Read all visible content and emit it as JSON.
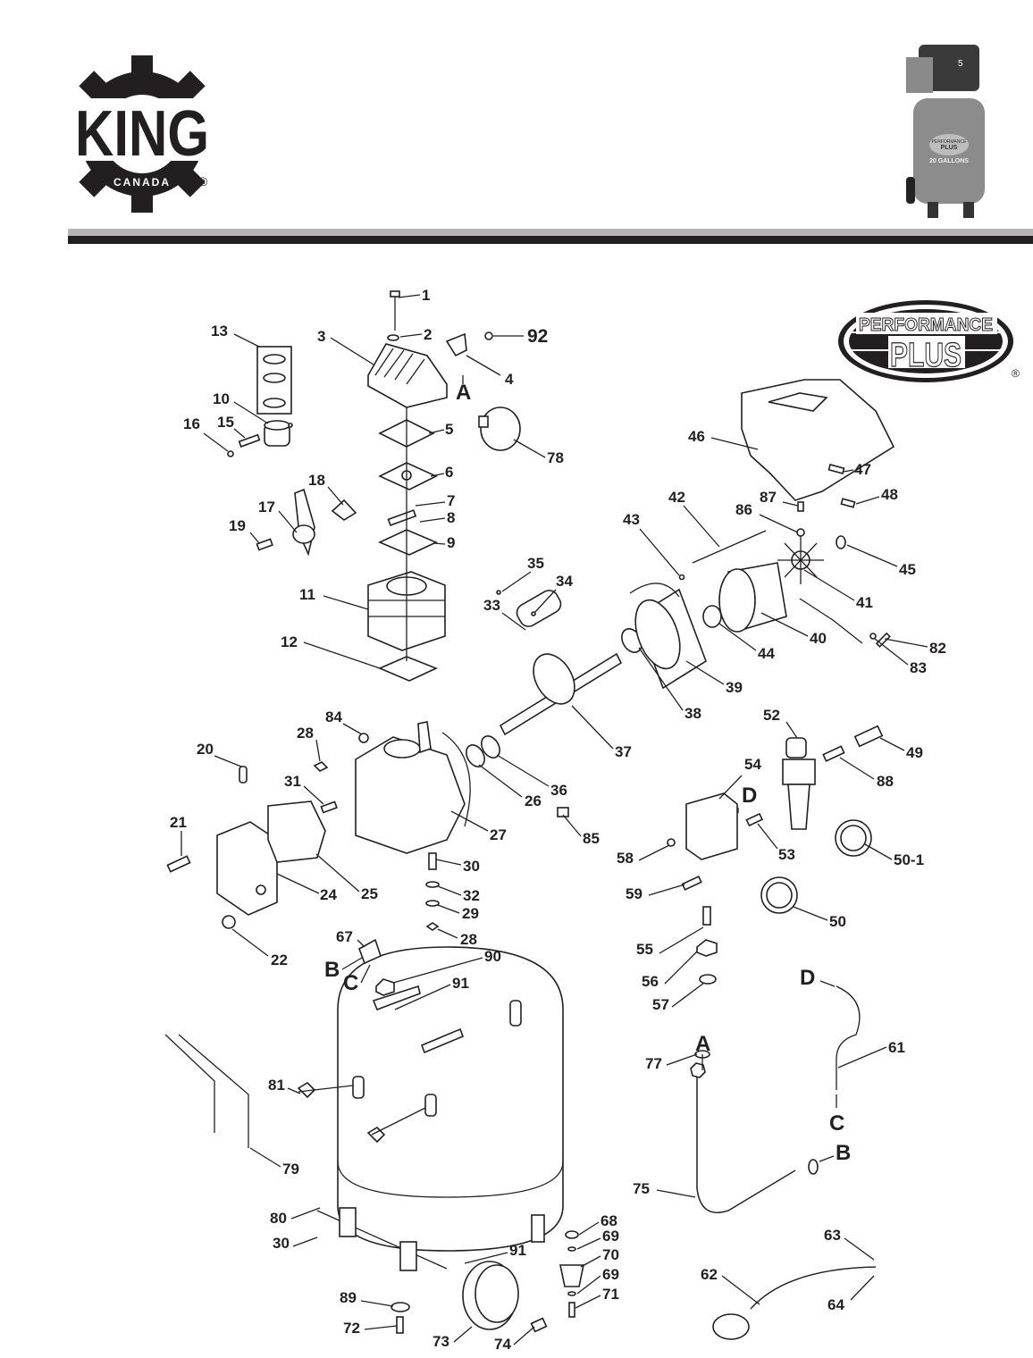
{
  "header": {
    "brand_logo": {
      "word": "KING",
      "sub": "CANADA",
      "mark": "®",
      "icon": "gear-icon"
    },
    "product_photo": {
      "badge_top": "PERFORMANCE",
      "badge_bottom": "PLUS",
      "capacity_text": "20 GALLONS",
      "motor_text": "5"
    },
    "series_logo": {
      "line1": "PERFORMANCE",
      "line2": "PLUS",
      "mark": "®"
    }
  },
  "diagram": {
    "title": "Air compressor exploded parts diagram",
    "connectors": [
      "A",
      "B",
      "C",
      "D"
    ],
    "callouts": [
      {
        "id": "1",
        "label": "1"
      },
      {
        "id": "2",
        "label": "2"
      },
      {
        "id": "3",
        "label": "3"
      },
      {
        "id": "4",
        "label": "4"
      },
      {
        "id": "5",
        "label": "5"
      },
      {
        "id": "6",
        "label": "6"
      },
      {
        "id": "7",
        "label": "7"
      },
      {
        "id": "8",
        "label": "8"
      },
      {
        "id": "9",
        "label": "9"
      },
      {
        "id": "10",
        "label": "10"
      },
      {
        "id": "11",
        "label": "11"
      },
      {
        "id": "12",
        "label": "12"
      },
      {
        "id": "13",
        "label": "13"
      },
      {
        "id": "15",
        "label": "15"
      },
      {
        "id": "16",
        "label": "16"
      },
      {
        "id": "17",
        "label": "17"
      },
      {
        "id": "18",
        "label": "18"
      },
      {
        "id": "19",
        "label": "19"
      },
      {
        "id": "20",
        "label": "20"
      },
      {
        "id": "21",
        "label": "21"
      },
      {
        "id": "22",
        "label": "22"
      },
      {
        "id": "24",
        "label": "24"
      },
      {
        "id": "25",
        "label": "25"
      },
      {
        "id": "26",
        "label": "26"
      },
      {
        "id": "27",
        "label": "27"
      },
      {
        "id": "28a",
        "label": "28"
      },
      {
        "id": "28b",
        "label": "28"
      },
      {
        "id": "29",
        "label": "29"
      },
      {
        "id": "30a",
        "label": "30"
      },
      {
        "id": "30b",
        "label": "30"
      },
      {
        "id": "31",
        "label": "31"
      },
      {
        "id": "32",
        "label": "32"
      },
      {
        "id": "33",
        "label": "33"
      },
      {
        "id": "34",
        "label": "34"
      },
      {
        "id": "35",
        "label": "35"
      },
      {
        "id": "36",
        "label": "36"
      },
      {
        "id": "37",
        "label": "37"
      },
      {
        "id": "38",
        "label": "38"
      },
      {
        "id": "39",
        "label": "39"
      },
      {
        "id": "40",
        "label": "40"
      },
      {
        "id": "41",
        "label": "41"
      },
      {
        "id": "42",
        "label": "42"
      },
      {
        "id": "43",
        "label": "43"
      },
      {
        "id": "44",
        "label": "44"
      },
      {
        "id": "45",
        "label": "45"
      },
      {
        "id": "46",
        "label": "46"
      },
      {
        "id": "47",
        "label": "47"
      },
      {
        "id": "48",
        "label": "48"
      },
      {
        "id": "49",
        "label": "49"
      },
      {
        "id": "50",
        "label": "50"
      },
      {
        "id": "50-1",
        "label": "50-1"
      },
      {
        "id": "52",
        "label": "52"
      },
      {
        "id": "53",
        "label": "53"
      },
      {
        "id": "54",
        "label": "54"
      },
      {
        "id": "55",
        "label": "55"
      },
      {
        "id": "56",
        "label": "56"
      },
      {
        "id": "57",
        "label": "57"
      },
      {
        "id": "58",
        "label": "58"
      },
      {
        "id": "59",
        "label": "59"
      },
      {
        "id": "61",
        "label": "61"
      },
      {
        "id": "62",
        "label": "62"
      },
      {
        "id": "63",
        "label": "63"
      },
      {
        "id": "64",
        "label": "64"
      },
      {
        "id": "67",
        "label": "67"
      },
      {
        "id": "68",
        "label": "68"
      },
      {
        "id": "69a",
        "label": "69"
      },
      {
        "id": "69b",
        "label": "69"
      },
      {
        "id": "70",
        "label": "70"
      },
      {
        "id": "71",
        "label": "71"
      },
      {
        "id": "72",
        "label": "72"
      },
      {
        "id": "73",
        "label": "73"
      },
      {
        "id": "74",
        "label": "74"
      },
      {
        "id": "75",
        "label": "75"
      },
      {
        "id": "77",
        "label": "77"
      },
      {
        "id": "78",
        "label": "78"
      },
      {
        "id": "79",
        "label": "79"
      },
      {
        "id": "80",
        "label": "80"
      },
      {
        "id": "81",
        "label": "81"
      },
      {
        "id": "82",
        "label": "82"
      },
      {
        "id": "83",
        "label": "83"
      },
      {
        "id": "84",
        "label": "84"
      },
      {
        "id": "85",
        "label": "85"
      },
      {
        "id": "86",
        "label": "86"
      },
      {
        "id": "87",
        "label": "87"
      },
      {
        "id": "88",
        "label": "88"
      },
      {
        "id": "89",
        "label": "89"
      },
      {
        "id": "90",
        "label": "90"
      },
      {
        "id": "91a",
        "label": "91"
      },
      {
        "id": "91b",
        "label": "91"
      },
      {
        "id": "92",
        "label": "92"
      }
    ]
  }
}
